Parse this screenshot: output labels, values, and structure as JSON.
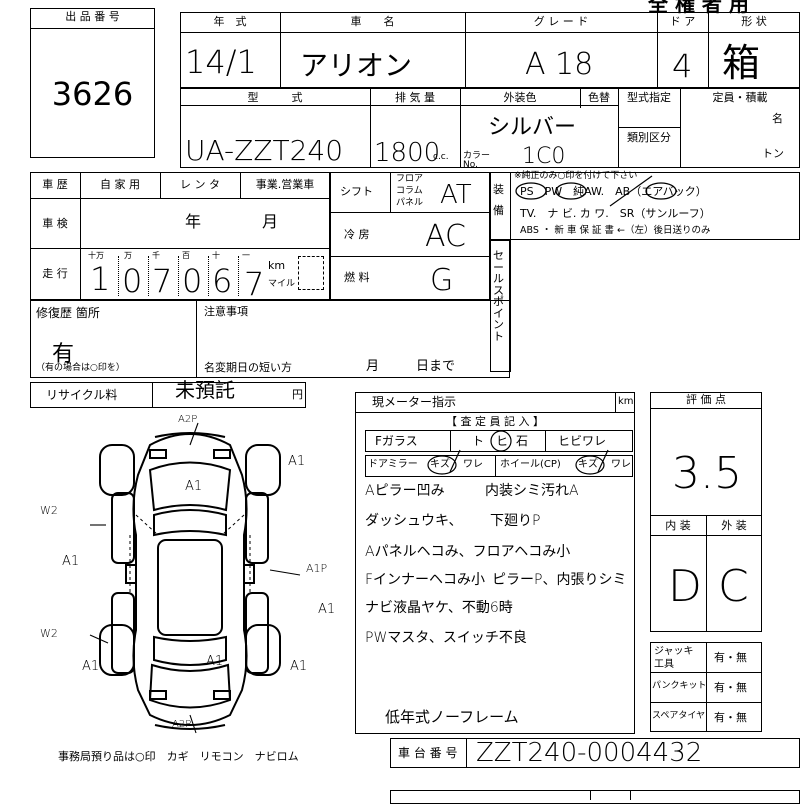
{
  "header": {
    "lot_number_label": "出 品 番 号",
    "lot_number": "3626",
    "title": "全 権 者 用",
    "year_label": "年　式",
    "name_label": "車　　名",
    "grade_label": "グ レ ー ド",
    "doors_label": "ド ア",
    "shape_label": "形 状",
    "year_value": "14/1",
    "name_value": "アリオン",
    "grade_value": "A 18",
    "doors_value": "4",
    "shape_value": "箱",
    "model_label": "型　　　式",
    "displacement_label": "排 気 量",
    "ext_color_label": "外装色",
    "color_change_label": "色替",
    "type_designation_label": "型式指定",
    "capacity_label": "定員・積載",
    "category_label": "類別区分",
    "persons_unit": "名",
    "ton_unit": "トン",
    "model_value": "UA-ZZT240",
    "displacement_value": "1800",
    "cc_unit": "c.c.",
    "ext_color_value": "シルバー",
    "color_no_label": "カラーNo.",
    "color_no_value": "1C0"
  },
  "history": {
    "history_label": "車 歴",
    "private_label": "自 家 用",
    "rental_label": "レ ン タ",
    "business_label": "事業.営業車",
    "inspection_label": "車 検",
    "year_unit": "年",
    "month_unit": "月",
    "mileage_label": "走 行",
    "digit_labels": [
      "十万",
      "万",
      "千",
      "百",
      "十",
      "一"
    ],
    "mileage_digits": [
      "1",
      "0",
      "7",
      "0",
      "6",
      "7"
    ],
    "km_label": "km",
    "mile_label": "マイル"
  },
  "specs": {
    "shift_label": "シフト",
    "shift_options": [
      "フロア",
      "コラム",
      "パネル"
    ],
    "shift_value": "AT",
    "ac_label": "冷 房",
    "ac_value": "AC",
    "fuel_label": "燃 料",
    "fuel_value": "G"
  },
  "equipment": {
    "label": "装備",
    "note": "※純正のみ○印を付けて下さい",
    "line1": "PS　PW　純AW.　AB（エアバック）",
    "line2": "TV.　ナ ビ. カ ワ.　SR（サンルーフ）",
    "line3": "ABS ・ 新 車 保 証 書 ←（左）後日送りのみ",
    "selected": [
      "PS",
      "PW",
      "AB"
    ]
  },
  "sales_point_label": "セールスポイント",
  "repair": {
    "label": "修復歴 箇所",
    "value": "有",
    "note": "（有の場合は○印を）",
    "notes_label": "注意事項",
    "name_change_label": "名変期日の短い方",
    "month_label": "月",
    "day_label": "日まで"
  },
  "recycle": {
    "label": "リサイクル料",
    "value": "未預託",
    "yen": "円"
  },
  "inspector": {
    "meter_label": "現メーター指示",
    "km": "km",
    "section_label": "【 査 定 員 記 入 】",
    "windshield_label": "Fガラス",
    "to_label": "ト",
    "hi_label": "ヒ",
    "ishi_label": "石",
    "hibiware_label": "ヒビワレ",
    "door_mirror_label": "ドアミラー",
    "kizu_label": "キズ",
    "ware_label": "ワレ",
    "wheel_label": "ホイール(CP)",
    "kizu2_label": "キズ",
    "ware2_label": "ワレ",
    "comments": [
      "Aピラー凹み",
      "内装シミ汚れA",
      "ダッシュウキ、",
      "下廻りP",
      "Aパネルヘコみ、フロアヘコみ小",
      "Fインナーヘコみ小",
      "ピラーP、内張りシミ",
      "ナビ液晶ヤケ、不動6時",
      "PWマスタ、スイッチ不良",
      "低年式ノーフレーム"
    ]
  },
  "grades": {
    "label": "評 価 点",
    "score": "3.5",
    "interior_label": "内 装",
    "exterior_label": "外 装",
    "interior_value": "D",
    "exterior_value": "C"
  },
  "accessories": {
    "jack_label": "ジャッキ工具",
    "puncture_label": "パンクキット",
    "spare_label": "スペアタイヤ",
    "option": "有・無"
  },
  "chassis": {
    "label": "車 台 番 号",
    "value": "ZZT240-0004432"
  },
  "diagram": {
    "marks": [
      "A2P",
      "A1",
      "A1",
      "W2",
      "A1",
      "A1P",
      "W2",
      "A1",
      "A1",
      "A1",
      "A2P",
      "A1"
    ],
    "caption": "事務局預り品は○印　カギ　リモコン　ナビロム"
  }
}
